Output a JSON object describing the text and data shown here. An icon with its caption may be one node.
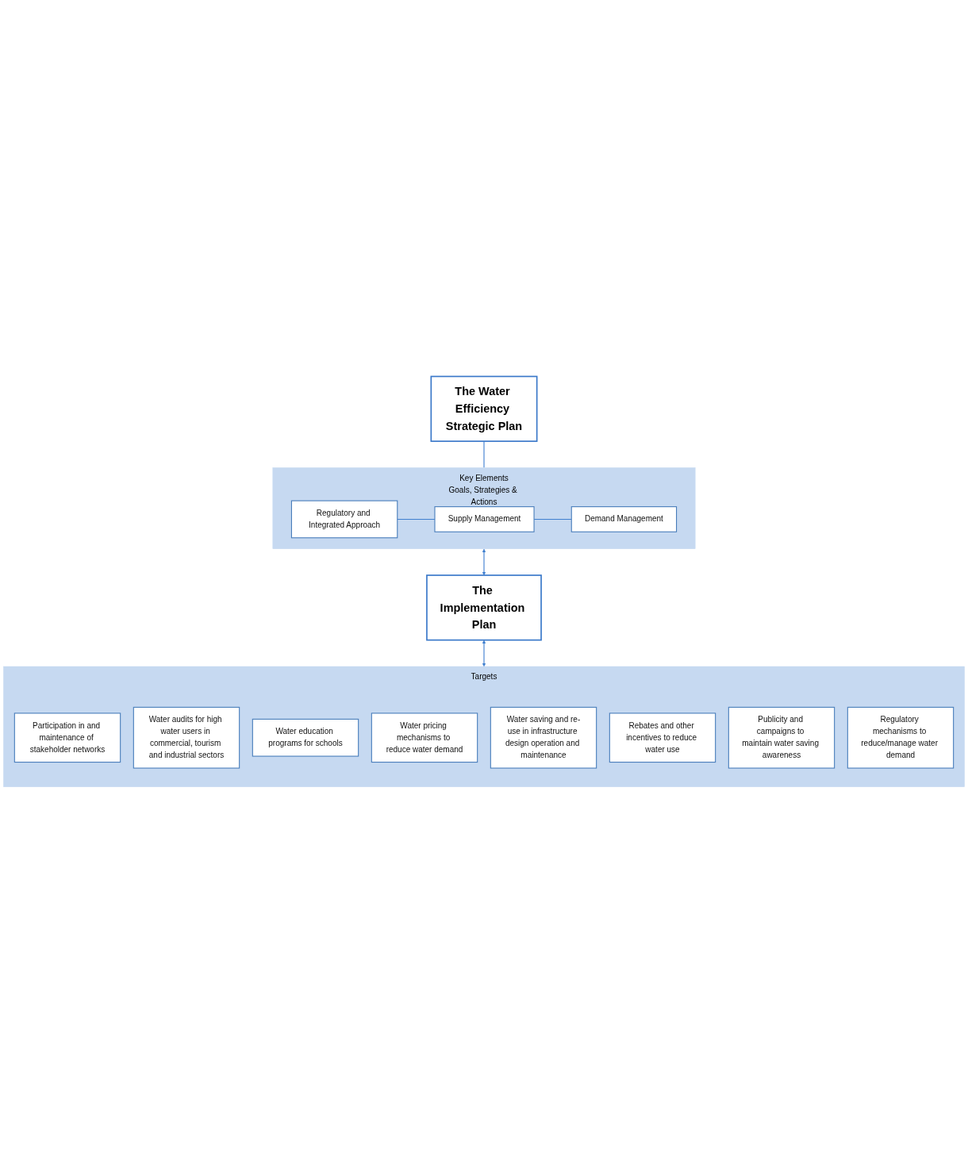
{
  "diagram": {
    "nodes": [
      {
        "text": [
          "The Water Efficiency Strategic Plan"
        ]
      },
      {
        "text": [
          "Key Elements",
          "Goals, Strategies & Actions"
        ]
      },
      {
        "text": [
          "Regulatory and Integrated Approach"
        ],
        "in": 1
      },
      {
        "text": [
          "Supply Management"
        ],
        "in": 1
      },
      {
        "text": [
          "Demand Management"
        ],
        "in": 1
      },
      {
        "text": [
          "The Implementation Plan"
        ]
      },
      {
        "text": [
          "Targets"
        ]
      },
      {
        "text": [
          "Participation in and maintenance of stakeholder networks"
        ],
        "in": 6
      },
      {
        "text": [
          "Water audits for high water users in commercial, tourism and industrial sectors"
        ],
        "in": 6
      },
      {
        "text": [
          "Water education programs for schools"
        ],
        "in": 6
      },
      {
        "text": [
          "Water pricing mechanisms to reduce water demand"
        ],
        "in": 6
      },
      {
        "text": [
          "Water saving and re-use in infrastructure design operation and maintenance"
        ],
        "in": 6
      },
      {
        "text": [
          "Rebates and other incentives to reduce water use"
        ],
        "in": 6
      },
      {
        "text": [
          "Publicity and campaigns to maintain water saving awareness"
        ],
        "in": 6
      },
      {
        "text": [
          "Regulatory mechanisms to reduce/manage water demand"
        ],
        "in": 6
      }
    ],
    "edges": [
      {
        "from": 0,
        "to": 1,
        "arrow": "none"
      },
      {
        "from": 2,
        "to": 3,
        "arrow": "none"
      },
      {
        "from": 3,
        "to": 4,
        "arrow": "none"
      },
      {
        "from": 1,
        "to": 5,
        "arrow": "both"
      },
      {
        "from": 5,
        "to": 6,
        "arrow": "both"
      }
    ]
  }
}
